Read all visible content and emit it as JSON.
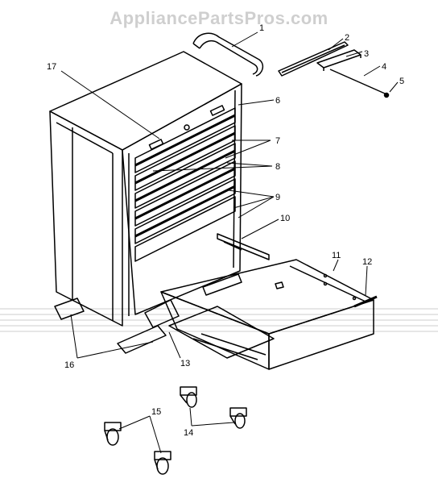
{
  "watermark": "AppliancePartsPros.com",
  "callouts": [
    "1",
    "2",
    "3",
    "4",
    "5",
    "6",
    "7",
    "8",
    "9",
    "10",
    "11",
    "12",
    "13",
    "14",
    "15",
    "16",
    "17"
  ],
  "colors": {
    "line": "#000000",
    "background": "#ffffff",
    "watermark": "#cfcfcf"
  }
}
